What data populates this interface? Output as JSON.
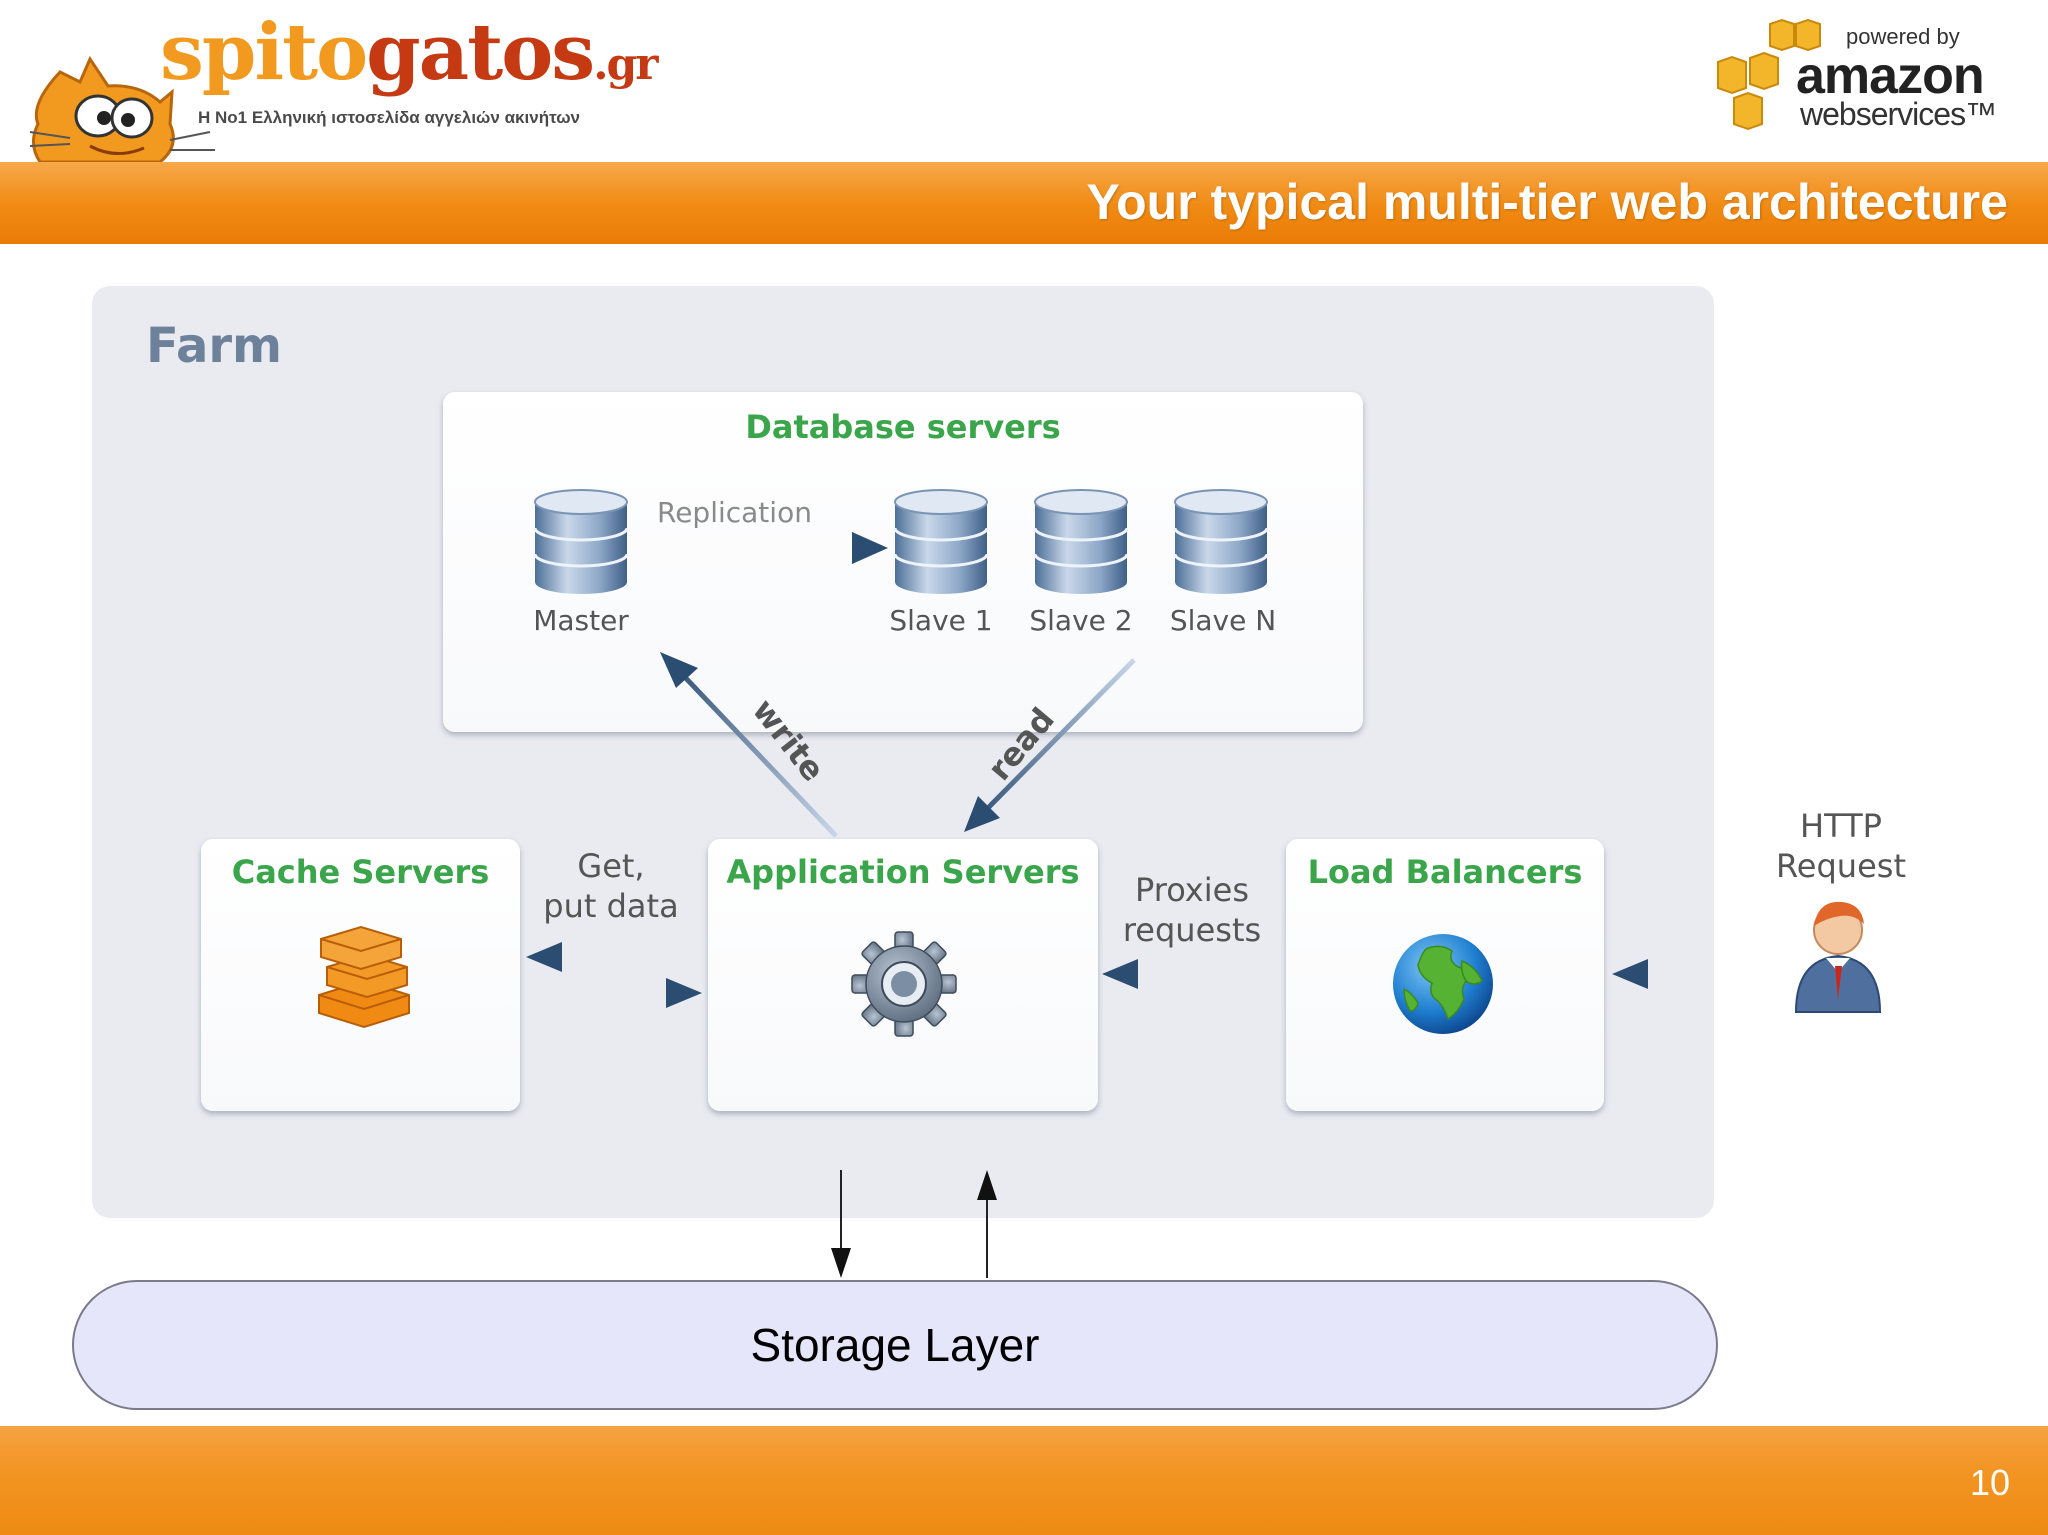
{
  "header": {
    "brand": {
      "name_part1": "spito",
      "name_part2": "gatos",
      "tld": ".gr",
      "tagline": "Η Νο1 Ελληνική ιστοσελίδα αγγελιών ακινήτων"
    },
    "aws": {
      "powered_by": "powered by",
      "amazon": "amazon",
      "web_services": "webservices™"
    },
    "title": "Your typical multi-tier web architecture"
  },
  "diagram": {
    "farm_label": "Farm",
    "database": {
      "title": "Database servers",
      "master": "Master",
      "replication": "Replication",
      "slaves": [
        "Slave 1",
        "Slave 2",
        "Slave N"
      ]
    },
    "edges": {
      "write": "write",
      "read": "read",
      "cache": "Get,\nput data",
      "proxy": "Proxies\nrequests"
    },
    "cache": {
      "title": "Cache Servers"
    },
    "app": {
      "title": "Application Servers"
    },
    "lb": {
      "title": "Load Balancers"
    },
    "http": "HTTP\nRequest",
    "storage": "Storage Layer"
  },
  "colors": {
    "orange": "#f08a12",
    "green_title": "#3aa54a",
    "farm_bg": "#e9ebf1",
    "arrow_blue": "#2c4d72",
    "storage_bg": "#e6e6fb"
  },
  "icons": [
    "cat-mascot-icon",
    "aws-boxes-icon",
    "database-icon",
    "server-stack-icon",
    "gear-icon",
    "globe-icon",
    "user-icon"
  ],
  "footer": {
    "page_number": "10"
  }
}
